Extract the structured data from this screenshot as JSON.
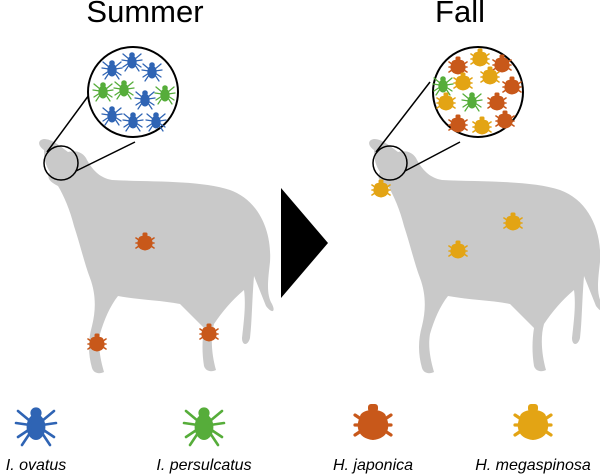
{
  "panels": [
    {
      "season": "Summer",
      "zoom_ticks": [
        {
          "species": "I. ovatus",
          "x": 0,
          "y": 0
        },
        {
          "species": "I. ovatus",
          "x": 0,
          "y": 0
        }
      ]
    },
    {
      "season": "Fall"
    }
  ],
  "legend": [
    {
      "label": "I. ovatus",
      "color": "#2f64b4",
      "icon": "tick-icon"
    },
    {
      "label": "I. persulcatus",
      "color": "#56ad3a",
      "icon": "tick-icon"
    },
    {
      "label": "H. japonica",
      "color": "#c8581a",
      "icon": "tick-engorged-icon"
    },
    {
      "label": "H. megaspinosa",
      "color": "#e3a414",
      "icon": "tick-engorged-icon"
    }
  ],
  "colors": {
    "deer": "#c9c9c9",
    "arrow": "#000000",
    "ixodes_ovatus": "#2f64b4",
    "ixodes_persulcatus": "#56ad3a",
    "haemaphysalis_japonica": "#c8581a",
    "haemaphysalis_megaspinosa": "#e3a414"
  }
}
